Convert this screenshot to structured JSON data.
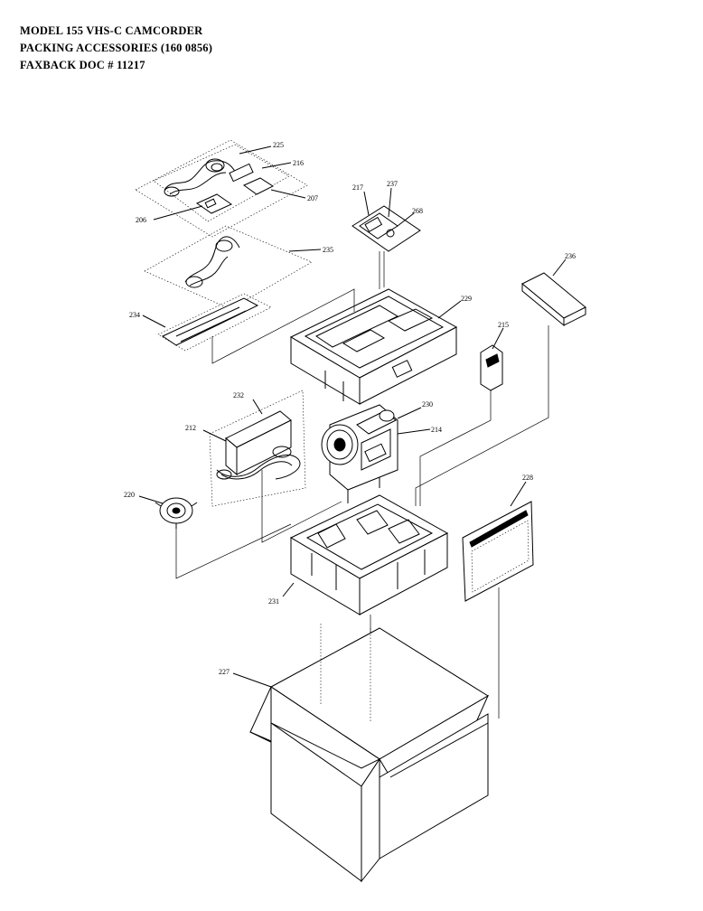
{
  "header": {
    "line1": "MODEL 155 VHS-C CAMCORDER",
    "line2": "PACKING ACCESSORIES  (160 0856)",
    "line3": "FAXBACK DOC # 11217"
  },
  "callouts": {
    "p225": "225",
    "p216": "216",
    "p207": "207",
    "p206": "206",
    "p235": "235",
    "p217": "217",
    "p237": "237",
    "p268": "268",
    "p236": "236",
    "p229": "229",
    "p234": "234",
    "p215": "215",
    "p232": "232",
    "p212": "212",
    "p230": "230",
    "p214": "214",
    "p220": "220",
    "p228": "228",
    "p231": "231",
    "p227": "227"
  }
}
